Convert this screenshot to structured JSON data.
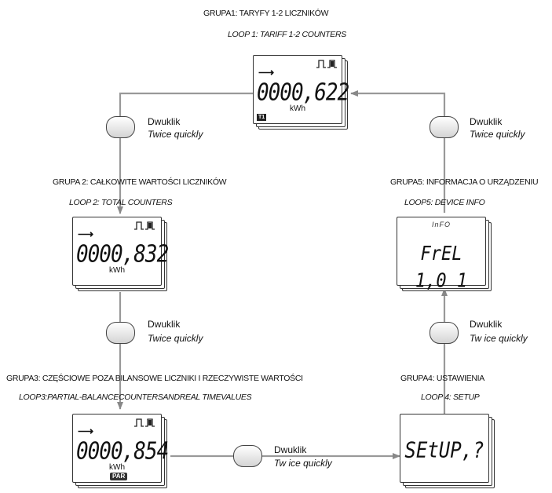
{
  "groups": {
    "g1": {
      "title": "GRUPA1: TARYFY 1-2 LICZNIKÓW",
      "loop": "LOOP 1: TARIFF 1-2 COUNTERS"
    },
    "g2": {
      "title": "GRUPA 2: CAŁKOWITE WARTOŚCI LICZNIKÓW",
      "loop": "LOOP 2: TOTAL COUNTERS"
    },
    "g3": {
      "title": "GRUPA3: CZĘŚCIOWE POZA BILANSOWE LICZNIKI I RZECZYWISTE WARTOŚCI",
      "loop": "LOOP3:PARTIAL-BALANCECOUNTERSANDREAL TIMEVALUES"
    },
    "g4": {
      "title": "GRUPA4: USTAWIENIA",
      "loop": "LOOP 4: SETUP"
    },
    "g5": {
      "title": "GRUPA5: INFORMACJA O URZĄDZENIU",
      "loop": "LOOP5: DEVICE INFO"
    }
  },
  "displays": {
    "d1": {
      "value": "0000,622",
      "unit": "kWh",
      "badge": "T1"
    },
    "d2": {
      "value": "0000,832",
      "unit": "kWh"
    },
    "d3": {
      "value": "0000,854",
      "unit": "kWh",
      "badge": "PAR"
    },
    "d4": {
      "value": "SEtUP,?"
    },
    "d5": {
      "value": "FrEL 1,0 1",
      "label": "InFO"
    }
  },
  "transitions": {
    "t12": {
      "label": "Dwuklik",
      "sub": "Twice quickly"
    },
    "t23": {
      "label": "Dwuklik",
      "sub": "Twice quickly"
    },
    "t34": {
      "label": "Dwuklik",
      "sub": "Tw ice quickly"
    },
    "t45": {
      "label": "Dwuklik",
      "sub": "Tw ice quickly"
    },
    "t51": {
      "label": "Dwuklik",
      "sub": "Twice quickly"
    }
  },
  "icons": {
    "arrow": "right-arrow-icon",
    "pulse": "pulse-icon"
  }
}
